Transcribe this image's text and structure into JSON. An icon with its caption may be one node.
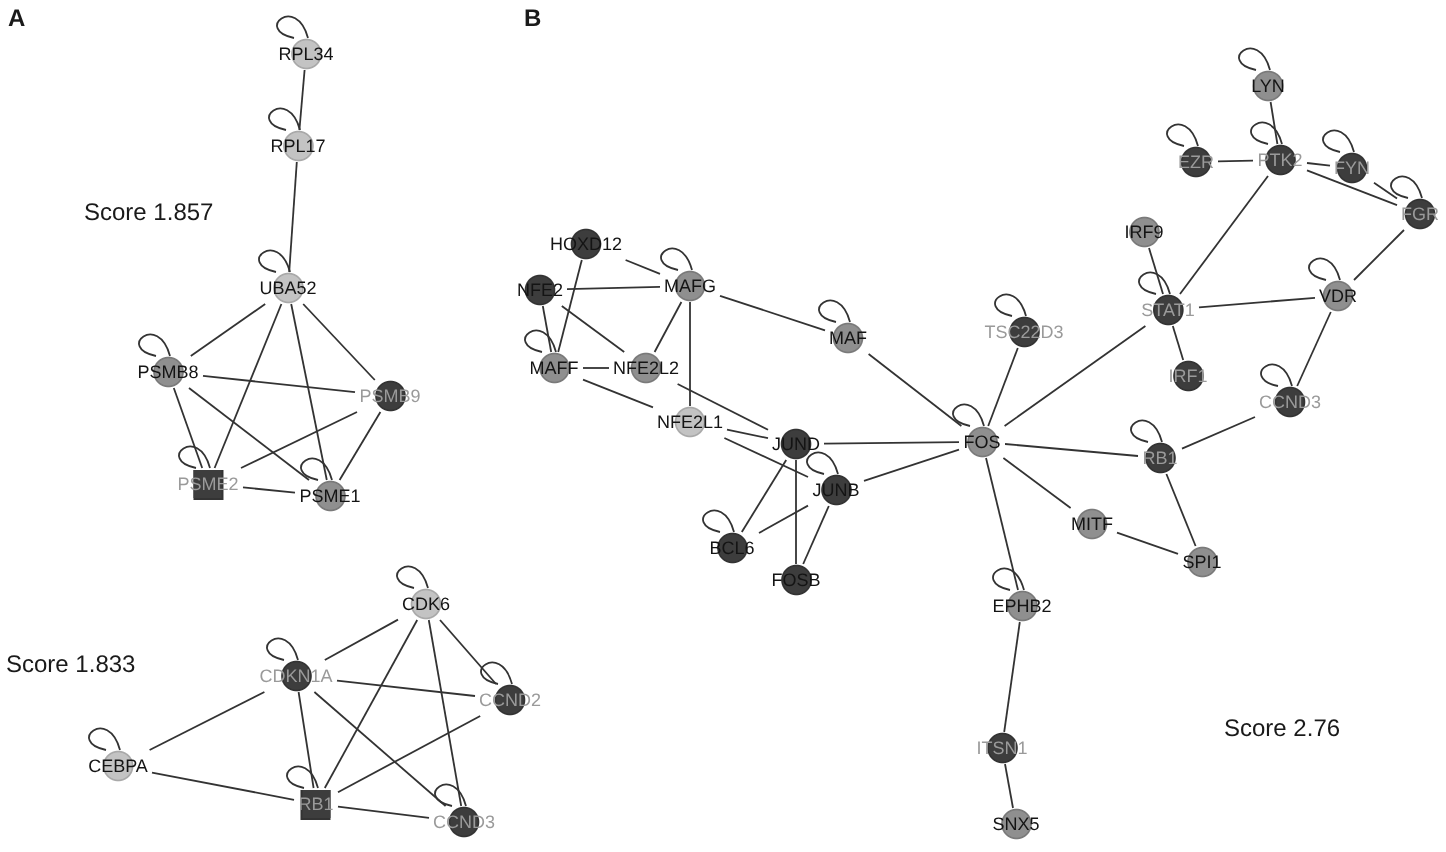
{
  "diagram": {
    "nodes": [
      {
        "text": [
          "RPL34"
        ]
      },
      {
        "text": [
          "RPL17"
        ]
      },
      {
        "text": [
          "UBA52"
        ]
      },
      {
        "text": [
          "PSMB8"
        ]
      },
      {
        "text": [
          "PSMB9"
        ]
      },
      {
        "text": [
          "PSME2"
        ]
      },
      {
        "text": [
          "PSME1"
        ]
      },
      {
        "text": [
          "CDK6"
        ]
      },
      {
        "text": [
          "CDKN1A"
        ]
      },
      {
        "text": [
          "CCND2"
        ]
      },
      {
        "text": [
          "CEBPA"
        ]
      },
      {
        "text": [
          "RB1"
        ]
      },
      {
        "text": [
          "CCND3"
        ]
      },
      {
        "text": [
          "HOXD12"
        ]
      },
      {
        "text": [
          "NFE2"
        ]
      },
      {
        "text": [
          "MAFG"
        ]
      },
      {
        "text": [
          "MAFF"
        ]
      },
      {
        "text": [
          "NFE2L2"
        ]
      },
      {
        "text": [
          "MAF"
        ]
      },
      {
        "text": [
          "TSC22D3"
        ]
      },
      {
        "text": [
          "NFE2L1"
        ]
      },
      {
        "text": [
          "JUND"
        ]
      },
      {
        "text": [
          "FOS"
        ]
      },
      {
        "text": [
          "JUNB"
        ]
      },
      {
        "text": [
          "BCL6"
        ]
      },
      {
        "text": [
          "FOSB"
        ]
      },
      {
        "text": [
          "EPHB2"
        ]
      },
      {
        "text": [
          "ITSN1"
        ]
      },
      {
        "text": [
          "SNX5"
        ]
      },
      {
        "text": [
          "MITF"
        ]
      },
      {
        "text": [
          "SPI1"
        ]
      },
      {
        "text": [
          "RB1"
        ]
      },
      {
        "text": [
          "CCND3"
        ]
      },
      {
        "text": [
          "STAT1"
        ]
      },
      {
        "text": [
          "IRF9"
        ]
      },
      {
        "text": [
          "IRF1"
        ]
      },
      {
        "text": [
          "VDR"
        ]
      },
      {
        "text": [
          "LYN"
        ]
      },
      {
        "text": [
          "PTK2"
        ]
      },
      {
        "text": [
          "EZR"
        ]
      },
      {
        "text": [
          "FYN"
        ]
      },
      {
        "text": [
          "FGR"
        ]
      }
    ],
    "edges": [
      {
        "from": 0,
        "to": 1,
        "arrow": "none"
      },
      {
        "from": 1,
        "to": 2,
        "arrow": "none"
      },
      {
        "from": 2,
        "to": 3,
        "arrow": "none"
      },
      {
        "from": 2,
        "to": 4,
        "arrow": "none"
      },
      {
        "from": 2,
        "to": 5,
        "arrow": "none"
      },
      {
        "from": 2,
        "to": 6,
        "arrow": "none"
      },
      {
        "from": 3,
        "to": 4,
        "arrow": "none"
      },
      {
        "from": 3,
        "to": 5,
        "arrow": "none"
      },
      {
        "from": 3,
        "to": 6,
        "arrow": "none"
      },
      {
        "from": 4,
        "to": 5,
        "arrow": "none"
      },
      {
        "from": 4,
        "to": 6,
        "arrow": "none"
      },
      {
        "from": 5,
        "to": 6,
        "arrow": "none"
      },
      {
        "from": 7,
        "to": 8,
        "arrow": "none"
      },
      {
        "from": 7,
        "to": 11,
        "arrow": "none"
      },
      {
        "from": 7,
        "to": 9,
        "arrow": "none"
      },
      {
        "from": 7,
        "to": 12,
        "arrow": "none"
      },
      {
        "from": 8,
        "to": 9,
        "arrow": "none"
      },
      {
        "from": 8,
        "to": 11,
        "arrow": "none"
      },
      {
        "from": 8,
        "to": 12,
        "arrow": "none"
      },
      {
        "from": 8,
        "to": 10,
        "arrow": "none"
      },
      {
        "from": 10,
        "to": 11,
        "arrow": "none"
      },
      {
        "from": 11,
        "to": 9,
        "arrow": "none"
      },
      {
        "from": 11,
        "to": 12,
        "arrow": "none"
      },
      {
        "from": 13,
        "to": 15,
        "arrow": "none"
      },
      {
        "from": 13,
        "to": 16,
        "arrow": "none"
      },
      {
        "from": 14,
        "to": 15,
        "arrow": "none"
      },
      {
        "from": 14,
        "to": 16,
        "arrow": "none"
      },
      {
        "from": 14,
        "to": 17,
        "arrow": "none"
      },
      {
        "from": 15,
        "to": 17,
        "arrow": "none"
      },
      {
        "from": 15,
        "to": 20,
        "arrow": "none"
      },
      {
        "from": 15,
        "to": 18,
        "arrow": "none"
      },
      {
        "from": 16,
        "to": 17,
        "arrow": "none"
      },
      {
        "from": 16,
        "to": 20,
        "arrow": "none"
      },
      {
        "from": 17,
        "to": 21,
        "arrow": "none"
      },
      {
        "from": 20,
        "to": 21,
        "arrow": "none"
      },
      {
        "from": 20,
        "to": 23,
        "arrow": "none"
      },
      {
        "from": 18,
        "to": 22,
        "arrow": "none"
      },
      {
        "from": 21,
        "to": 22,
        "arrow": "none"
      },
      {
        "from": 23,
        "to": 22,
        "arrow": "none"
      },
      {
        "from": 21,
        "to": 24,
        "arrow": "none"
      },
      {
        "from": 21,
        "to": 25,
        "arrow": "none"
      },
      {
        "from": 23,
        "to": 24,
        "arrow": "none"
      },
      {
        "from": 23,
        "to": 25,
        "arrow": "none"
      },
      {
        "from": 19,
        "to": 22,
        "arrow": "none"
      },
      {
        "from": 22,
        "to": 33,
        "arrow": "none"
      },
      {
        "from": 22,
        "to": 31,
        "arrow": "none"
      },
      {
        "from": 22,
        "to": 29,
        "arrow": "none"
      },
      {
        "from": 22,
        "to": 26,
        "arrow": "none"
      },
      {
        "from": 26,
        "to": 27,
        "arrow": "none"
      },
      {
        "from": 27,
        "to": 28,
        "arrow": "none"
      },
      {
        "from": 29,
        "to": 30,
        "arrow": "none"
      },
      {
        "from": 31,
        "to": 30,
        "arrow": "none"
      },
      {
        "from": 31,
        "to": 32,
        "arrow": "none"
      },
      {
        "from": 32,
        "to": 36,
        "arrow": "none"
      },
      {
        "from": 36,
        "to": 33,
        "arrow": "none"
      },
      {
        "from": 36,
        "to": 41,
        "arrow": "none"
      },
      {
        "from": 33,
        "to": 34,
        "arrow": "none"
      },
      {
        "from": 33,
        "to": 35,
        "arrow": "none"
      },
      {
        "from": 33,
        "to": 38,
        "arrow": "none"
      },
      {
        "from": 38,
        "to": 37,
        "arrow": "none"
      },
      {
        "from": 38,
        "to": 39,
        "arrow": "none"
      },
      {
        "from": 38,
        "to": 40,
        "arrow": "none"
      },
      {
        "from": 38,
        "to": 41,
        "arrow": "none"
      },
      {
        "from": 40,
        "to": 41,
        "arrow": "none"
      },
      {
        "from": 0,
        "to": 0,
        "arrow": "none"
      },
      {
        "from": 1,
        "to": 1,
        "arrow": "none"
      },
      {
        "from": 2,
        "to": 2,
        "arrow": "none"
      },
      {
        "from": 3,
        "to": 3,
        "arrow": "none"
      },
      {
        "from": 5,
        "to": 5,
        "arrow": "none"
      },
      {
        "from": 6,
        "to": 6,
        "arrow": "none"
      },
      {
        "from": 7,
        "to": 7,
        "arrow": "none"
      },
      {
        "from": 8,
        "to": 8,
        "arrow": "none"
      },
      {
        "from": 9,
        "to": 9,
        "arrow": "none"
      },
      {
        "from": 10,
        "to": 10,
        "arrow": "none"
      },
      {
        "from": 11,
        "to": 11,
        "arrow": "none"
      },
      {
        "from": 12,
        "to": 12,
        "arrow": "none"
      },
      {
        "from": 15,
        "to": 15,
        "arrow": "none"
      },
      {
        "from": 16,
        "to": 16,
        "arrow": "none"
      },
      {
        "from": 18,
        "to": 18,
        "arrow": "none"
      },
      {
        "from": 19,
        "to": 19,
        "arrow": "none"
      },
      {
        "from": 22,
        "to": 22,
        "arrow": "none"
      },
      {
        "from": 23,
        "to": 23,
        "arrow": "none"
      },
      {
        "from": 24,
        "to": 24,
        "arrow": "none"
      },
      {
        "from": 26,
        "to": 26,
        "arrow": "none"
      },
      {
        "from": 31,
        "to": 31,
        "arrow": "none"
      },
      {
        "from": 32,
        "to": 32,
        "arrow": "none"
      },
      {
        "from": 33,
        "to": 33,
        "arrow": "none"
      },
      {
        "from": 36,
        "to": 36,
        "arrow": "none"
      },
      {
        "from": 37,
        "to": 37,
        "arrow": "none"
      },
      {
        "from": 38,
        "to": 38,
        "arrow": "none"
      },
      {
        "from": 39,
        "to": 39,
        "arrow": "none"
      },
      {
        "from": 40,
        "to": 40,
        "arrow": "none"
      },
      {
        "from": 41,
        "to": 41,
        "arrow": "none"
      }
    ],
    "labels": [
      "A",
      "Score 1.857",
      "Score 1.833",
      "B",
      "Score 2.76"
    ]
  }
}
